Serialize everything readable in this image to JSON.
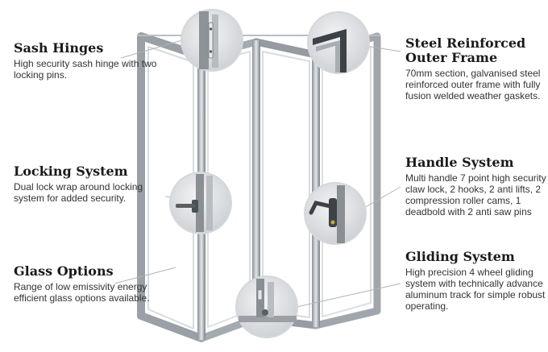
{
  "callouts": {
    "sash_hinges": {
      "title": "Sash Hinges",
      "text": "High security sash hinge with two locking pins."
    },
    "locking_system": {
      "title": "Locking System",
      "text": "Dual lock wrap around locking system for added security."
    },
    "glass_options": {
      "title": "Glass Options",
      "text": "Range of low emissivity energy efficient glass options available."
    },
    "steel_frame": {
      "title": "Steel Reinforced Outer Frame",
      "text": "70mm section, galvanised steel reinforced outer frame with fully fusion welded weather gaskets."
    },
    "handle_system": {
      "title": "Handle System",
      "text": "Multi handle 7 point high security claw lock, 2 hooks, 2 anti lifts, 2 compression roller cams, 1 deadbold with 2 anti saw pins"
    },
    "gliding_system": {
      "title": "Gliding System",
      "text": "High precision 4 wheel gliding system with technically advance aluminum track for simple robust operating."
    }
  }
}
